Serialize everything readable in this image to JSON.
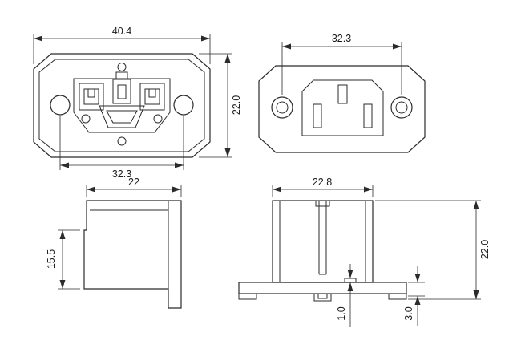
{
  "drawing": {
    "type": "technical-dimension-drawing",
    "subject": "panel-mount power inlet socket, four orthographic views",
    "line_color": "#2b2b2b",
    "bg_color": "#ffffff",
    "views": {
      "back": {
        "label": "back-view-with-terminals",
        "dim_width": "40.4",
        "dim_height": "22.0",
        "dim_hole_spacing": "32.3"
      },
      "front": {
        "label": "front-face-view",
        "dim_hole_spacing": "32.3"
      },
      "side": {
        "label": "side-profile-view",
        "dim_depth": "22",
        "dim_body_height": "15.5"
      },
      "section": {
        "label": "body-section-view",
        "dim_width": "22.8",
        "dim_height": "22.0",
        "dim_rib": "1.0",
        "dim_flange": "3.0"
      }
    }
  }
}
